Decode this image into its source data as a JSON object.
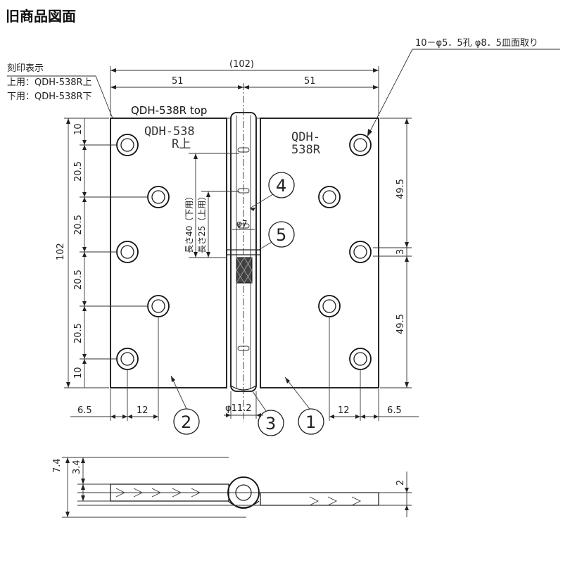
{
  "header": {
    "title": "旧商品図面"
  },
  "top_view": {
    "model_label": "QDH-538R top",
    "hole_spec": "10－φ5．5孔 φ8．5皿面取り",
    "stamp_note": {
      "title": "刻印表示",
      "upper": "上用：QDH-538R上",
      "lower": "下用：QDH-538R下"
    },
    "stamp_left": {
      "line1": "QDH-538",
      "line2": "R上"
    },
    "stamp_right": {
      "line1": "QDH-",
      "line2": "538R"
    },
    "pin_note_lower": "長さ40（下用）",
    "pin_note_upper": "長さ25（上用）",
    "pin_dia": "φ7",
    "knuckle_dia": "φ11.2"
  },
  "dimensions": {
    "overall_width": "(102)",
    "half_left": "51",
    "half_right": "51",
    "height_total": "102",
    "left_pitches": [
      "10",
      "20.5",
      "20.5",
      "20.5",
      "20.5",
      "10"
    ],
    "right_pitches": [
      "49.5",
      "3",
      "49.5"
    ],
    "bottom": [
      "6.5",
      "12",
      "12",
      "6.5"
    ],
    "side_total": "7.4",
    "side_leaf": "3.4",
    "side_gap": "2"
  },
  "callouts": [
    "4",
    "5",
    "2",
    "3",
    "1"
  ]
}
